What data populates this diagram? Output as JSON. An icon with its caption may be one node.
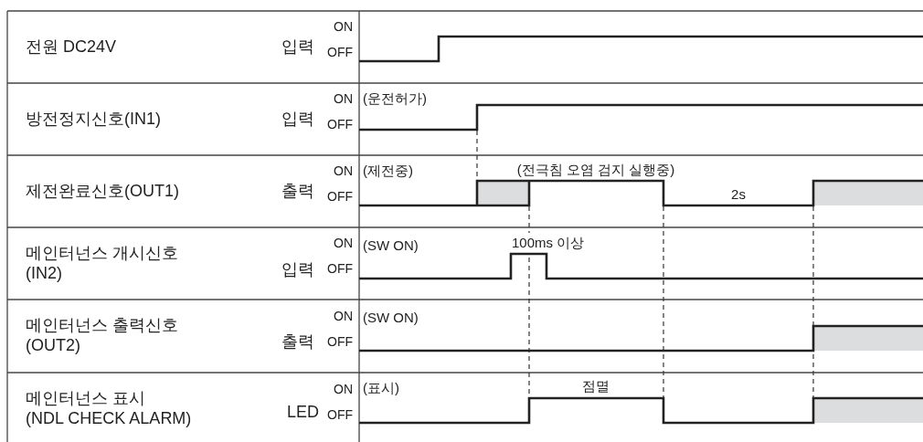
{
  "diagram": {
    "labels": [
      "전원 DC24V",
      "입력",
      "ON",
      "OFF",
      "방전정지신호(IN1)",
      "입력",
      "ON",
      "OFF",
      "(운전허가)",
      "제전완료신호(OUT1)",
      "출력",
      "ON",
      "OFF",
      "(제전중)",
      "(전극침 오염 검지 실행중)",
      "2s",
      "메인터넌스 개시신호 (IN2)",
      "입력",
      "ON",
      "OFF",
      "(SW ON)",
      "100ms 이상",
      "메인터넌스 출력신호 (OUT2)",
      "출력",
      "ON",
      "OFF",
      "(SW ON)",
      "메인터넌스 표시 (NDL CHECK ALARM)",
      "LED",
      "ON",
      "OFF",
      "(표시)",
      "점멸"
    ]
  }
}
